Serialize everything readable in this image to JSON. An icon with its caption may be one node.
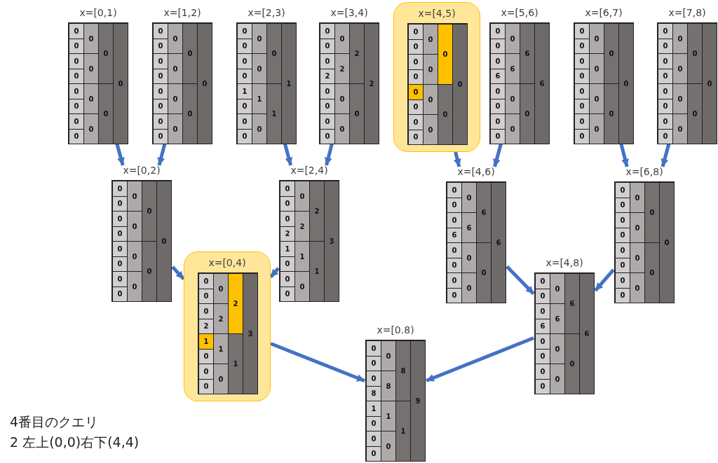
{
  "diagram": {
    "nodes": [
      {
        "text": [
          "x=[0,1)",
          "0",
          "0",
          "0",
          "0",
          "0",
          "0",
          "0",
          "0",
          "0",
          "0",
          "0",
          "0",
          "0",
          "0",
          "0"
        ]
      },
      {
        "text": [
          "x=[1,2)",
          "0",
          "0",
          "0",
          "0",
          "0",
          "0",
          "0",
          "0",
          "0",
          "0",
          "0",
          "0",
          "0",
          "0",
          "0"
        ]
      },
      {
        "text": [
          "x=[2,3)",
          "0",
          "0",
          "0",
          "0",
          "1",
          "0",
          "0",
          "0",
          "0",
          "0",
          "1",
          "0",
          "0",
          "1",
          "1"
        ]
      },
      {
        "text": [
          "x=[3,4)",
          "0",
          "0",
          "0",
          "2",
          "0",
          "0",
          "0",
          "0",
          "0",
          "2",
          "0",
          "0",
          "2",
          "0",
          "2"
        ]
      },
      {
        "text": [
          "x=[4,5)",
          "0",
          "0",
          "0",
          "0",
          "0",
          "0",
          "0",
          "0",
          "0",
          "0",
          "0",
          "0",
          "0",
          "0",
          "0"
        ]
      },
      {
        "text": [
          "x=[5,6)",
          "0",
          "0",
          "0",
          "6",
          "0",
          "0",
          "0",
          "0",
          "0",
          "6",
          "0",
          "0",
          "6",
          "0",
          "6"
        ]
      },
      {
        "text": [
          "x=[6,7)",
          "0",
          "0",
          "0",
          "0",
          "0",
          "0",
          "0",
          "0",
          "0",
          "0",
          "0",
          "0",
          "0",
          "0",
          "0"
        ]
      },
      {
        "text": [
          "x=[7,8)",
          "0",
          "0",
          "0",
          "0",
          "0",
          "0",
          "0",
          "0",
          "0",
          "0",
          "0",
          "0",
          "0",
          "0",
          "0"
        ]
      },
      {
        "text": [
          "x=[0,2)",
          "0",
          "0",
          "0",
          "0",
          "0",
          "0",
          "0",
          "0",
          "0",
          "0",
          "0",
          "0",
          "0",
          "0",
          "0"
        ]
      },
      {
        "text": [
          "x=[2,4)",
          "0",
          "0",
          "0",
          "2",
          "1",
          "0",
          "0",
          "0",
          "0",
          "2",
          "1",
          "0",
          "2",
          "1",
          "3"
        ]
      },
      {
        "text": [
          "x=[4,6)",
          "0",
          "0",
          "0",
          "6",
          "0",
          "0",
          "0",
          "0",
          "0",
          "6",
          "0",
          "0",
          "6",
          "0",
          "6"
        ]
      },
      {
        "text": [
          "x=[6,8)",
          "0",
          "0",
          "0",
          "0",
          "0",
          "0",
          "0",
          "0",
          "0",
          "0",
          "0",
          "0",
          "0",
          "0",
          "0"
        ]
      },
      {
        "text": [
          "x=[0,4)",
          "0",
          "0",
          "0",
          "2",
          "1",
          "0",
          "0",
          "0",
          "0",
          "2",
          "1",
          "0",
          "2",
          "1",
          "3"
        ]
      },
      {
        "text": [
          "x=[4,8)",
          "0",
          "0",
          "0",
          "6",
          "0",
          "0",
          "0",
          "0",
          "0",
          "6",
          "0",
          "0",
          "6",
          "0",
          "6"
        ]
      },
      {
        "text": [
          "x=[0.8)",
          "0",
          "0",
          "0",
          "8",
          "1",
          "0",
          "0",
          "0",
          "0",
          "8",
          "1",
          "0",
          "8",
          "1",
          "9"
        ]
      }
    ],
    "edges": [
      {
        "from": 0,
        "to": 8,
        "arrow": "to"
      },
      {
        "from": 1,
        "to": 8,
        "arrow": "to"
      },
      {
        "from": 2,
        "to": 9,
        "arrow": "to"
      },
      {
        "from": 3,
        "to": 9,
        "arrow": "to"
      },
      {
        "from": 4,
        "to": 10,
        "arrow": "to"
      },
      {
        "from": 5,
        "to": 10,
        "arrow": "to"
      },
      {
        "from": 6,
        "to": 11,
        "arrow": "to"
      },
      {
        "from": 7,
        "to": 11,
        "arrow": "to"
      },
      {
        "from": 8,
        "to": 12,
        "arrow": "to"
      },
      {
        "from": 9,
        "to": 12,
        "arrow": "to"
      },
      {
        "from": 10,
        "to": 13,
        "arrow": "to"
      },
      {
        "from": 11,
        "to": 13,
        "arrow": "to"
      },
      {
        "from": 12,
        "to": 14,
        "arrow": "to"
      },
      {
        "from": 13,
        "to": 14,
        "arrow": "to"
      }
    ],
    "labels": [
      "4番目のクエリ",
      "2 左上(0,0)右下(4,4)"
    ]
  }
}
